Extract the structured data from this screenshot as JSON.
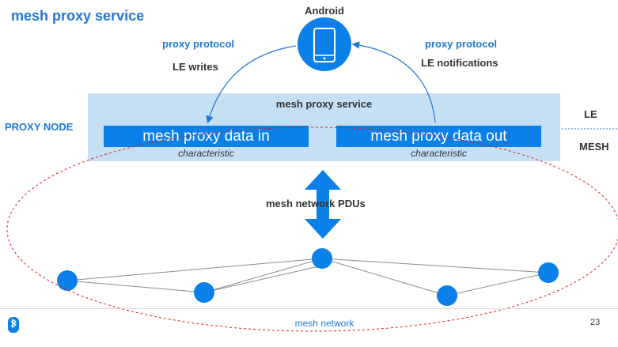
{
  "title": "mesh proxy service",
  "android": {
    "label": "Android"
  },
  "left_protocol": {
    "title": "proxy protocol",
    "subtitle": "LE writes"
  },
  "right_protocol": {
    "title": "proxy protocol",
    "subtitle": "LE notifications"
  },
  "service_box": {
    "title": "mesh proxy service"
  },
  "char_in": {
    "label": "mesh proxy data in",
    "type": "characteristic"
  },
  "char_out": {
    "label": "mesh proxy data out",
    "type": "characteristic"
  },
  "proxy_node_label": "PROXY NODE",
  "le_label": "LE",
  "mesh_label": "MESH",
  "pdu_label": "mesh network PDUs",
  "mesh_network_label": "mesh network",
  "page_number": "23",
  "colors": {
    "accent": "#1f78d8",
    "node": "#0a80e8",
    "service_bg": "#c5dff5",
    "ellipse": "#e02020"
  },
  "icons": {
    "phone": "smartphone-icon",
    "logo": "bluetooth-icon"
  }
}
